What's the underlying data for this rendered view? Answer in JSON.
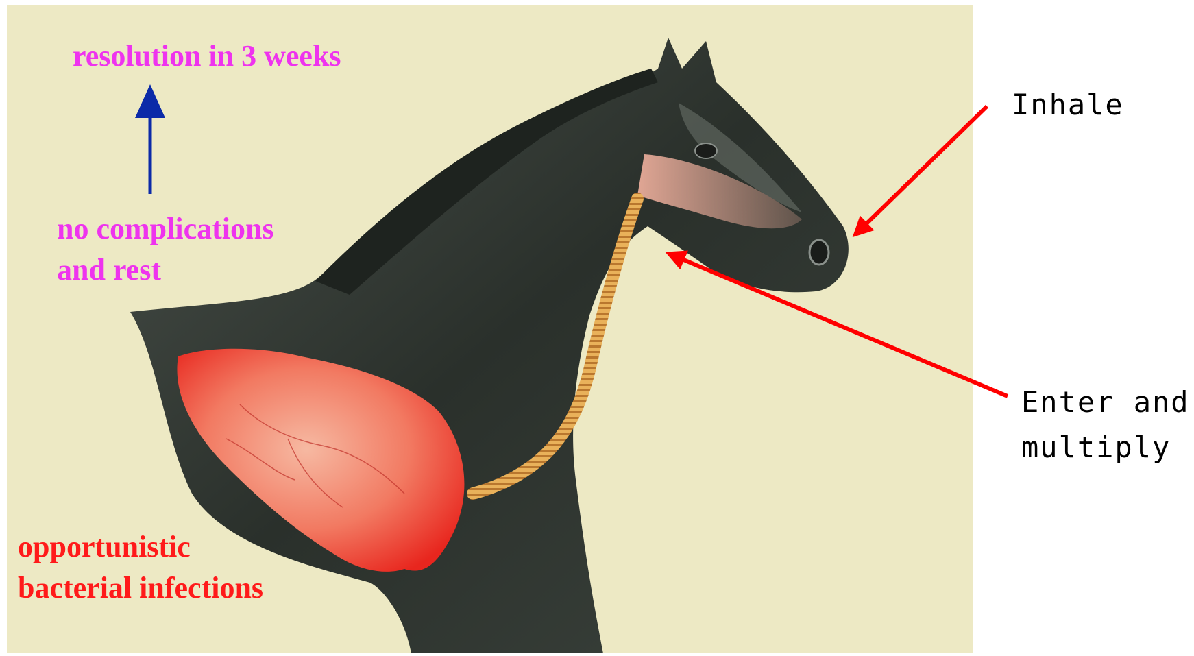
{
  "labels": {
    "resolution": "resolution in 3 weeks",
    "no_complications_line1": "no complications",
    "no_complications_line2": "and rest",
    "opportunistic_line1": "opportunistic",
    "opportunistic_line2": "bacterial infections",
    "inhale": "Inhale",
    "enter_line1": "Enter and",
    "enter_line2": "multiply"
  },
  "colors": {
    "background_panel": "#ede9c4",
    "outcome_text": "#ee33ee",
    "complication_text": "#ff1a1a",
    "process_arrows": "#ff0000",
    "resolution_arrow": "#0b2aa8",
    "horse_body": "#2f3530",
    "lung": "#f2584a",
    "trachea": "#d9a050"
  },
  "illustration": {
    "subject": "horse-respiratory-tract",
    "parts": [
      "horse-head-neck",
      "nasal-passage",
      "trachea",
      "lung"
    ]
  }
}
